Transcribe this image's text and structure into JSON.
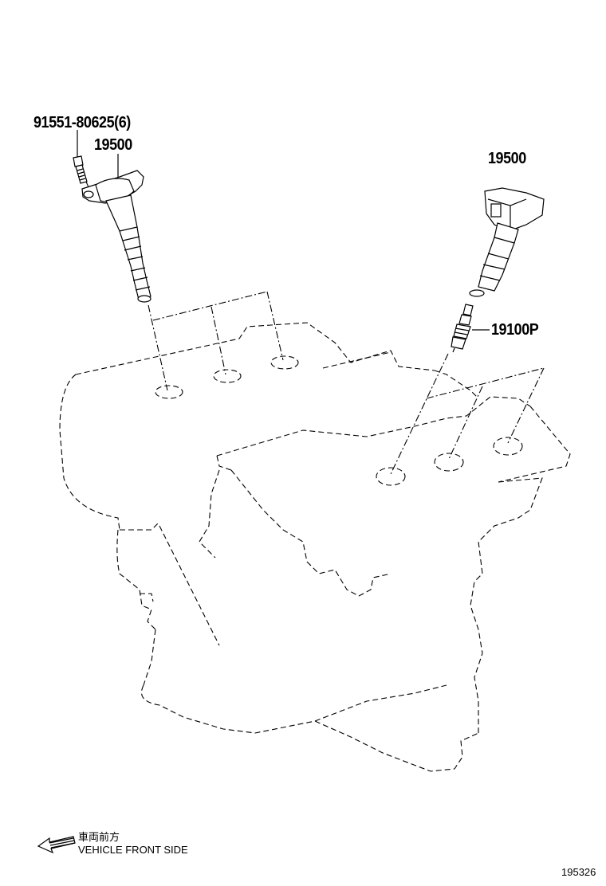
{
  "labels": {
    "bolt_part": "91551-80625(6)",
    "coil_left_part": "19500",
    "coil_right_part": "19500",
    "spark_plug_part": "19100P"
  },
  "legend": {
    "direction_jp": "車両前方",
    "direction_en": "VEHICLE FRONT SIDE",
    "arrow_icon": "left-arrow-icon"
  },
  "diagram_number": "195326"
}
